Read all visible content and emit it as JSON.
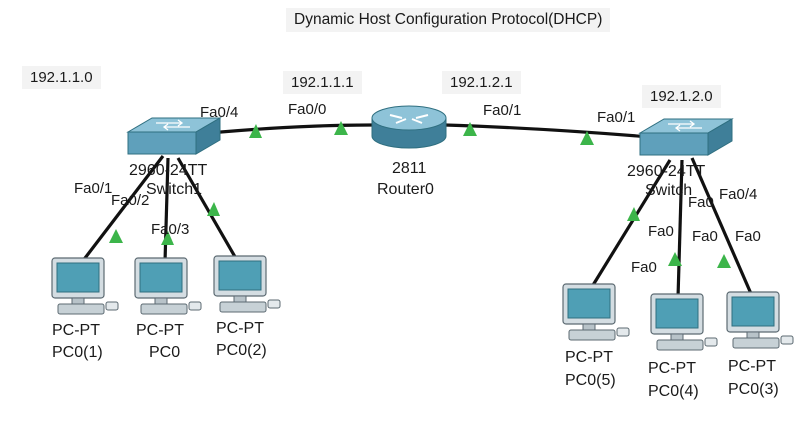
{
  "title": "Dynamic Host Configuration Protocol(DHCP)",
  "networks": {
    "left": "192.1.1.0",
    "right": "192.1.2.0",
    "router_left_ip": "192.1.1.1",
    "router_right_ip": "192.1.2.1"
  },
  "router": {
    "model": "2811",
    "name": "Router0"
  },
  "switch_left": {
    "model": "2960-24TT",
    "name": "Switch1"
  },
  "switch_right": {
    "model": "2960-24TT",
    "name": "Switch"
  },
  "ports": {
    "sw1_uplink": "Fa0/4",
    "router_fa00": "Fa0/0",
    "router_fa01": "Fa0/1",
    "sw2_uplink": "Fa0/1",
    "sw1_pc1": "Fa0/1",
    "sw1_pc0": "Fa0/2",
    "sw1_pc2": "Fa0/3",
    "sw2_a": "Fa0",
    "sw2_b": "Fa0/4",
    "pc5_port": "Fa0",
    "pc4_port": "Fa0",
    "pc3_port": "Fa0",
    "pc5_switch_port": "Fa0"
  },
  "pcs": [
    {
      "type": "PC-PT",
      "name": "PC0(1)"
    },
    {
      "type": "PC-PT",
      "name": "PC0"
    },
    {
      "type": "PC-PT",
      "name": "PC0(2)"
    },
    {
      "type": "PC-PT",
      "name": "PC0(5)"
    },
    {
      "type": "PC-PT",
      "name": "PC0(4)"
    },
    {
      "type": "PC-PT",
      "name": "PC0(3)"
    }
  ],
  "colors": {
    "link": "#111111",
    "link_indicator": "#3cb54a",
    "switch_body": "#5fa0bb",
    "router_body": "#6aaac5",
    "pc_body": "#d4dde2",
    "pc_screen": "#4f9fb5"
  },
  "icons": [
    "switch-icon",
    "router-icon",
    "pc-icon",
    "link-up-triangle"
  ]
}
